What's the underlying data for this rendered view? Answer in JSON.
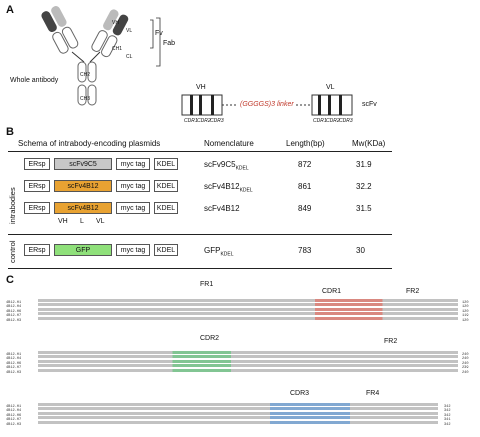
{
  "panelA": {
    "label": "A",
    "whole_antibody": "Whole antibody",
    "fv": "Fv",
    "fab": "Fab",
    "vh": "VH",
    "vl": "VL",
    "ch1": "CH1",
    "ch2": "CH2",
    "ch3": "CH3",
    "cl": "CL",
    "vh_label": "VH",
    "vl_label": "VL",
    "linker": "(GGGGS)3 linker",
    "scfv": "scFv",
    "cdr_labels": [
      "CDR1",
      "CDR2",
      "CDR3"
    ]
  },
  "panelB": {
    "label": "B",
    "title": "Schema of intrabody-encoding plasmids",
    "headers": [
      "Nomenclature",
      "Length(bp)",
      "Mw(KDa)"
    ],
    "group_intrabodies": "intrabodies",
    "group_control": "control",
    "rows": [
      {
        "ersp": "ERsp",
        "insert": "scFv9C5",
        "tag": "myc tag",
        "kdel": "KDEL",
        "name": "scFv9C5",
        "sub": "KDEL",
        "length": "872",
        "mw": "31.9",
        "color": "#c8c8c8"
      },
      {
        "ersp": "ERsp",
        "insert": "scFv4B12",
        "tag": "myc tag",
        "kdel": "KDEL",
        "name": "scFv4B12",
        "sub": "KDEL",
        "length": "861",
        "mw": "32.2",
        "color": "#e8a232"
      },
      {
        "ersp": "ERsp",
        "insert": "scFv4B12",
        "tag": "myc tag",
        "kdel": "KDEL",
        "name": "scFv4B12",
        "sub": "",
        "length": "849",
        "mw": "31.5",
        "color": "#e8a232"
      },
      {
        "ersp": "ERsp",
        "insert": "GFP",
        "tag": "myc tag",
        "kdel": "KDEL",
        "name": "GFP",
        "sub": "KDEL",
        "length": "783",
        "mw": "30",
        "color": "#8fe07a"
      }
    ],
    "vh_l_vl": [
      "VH",
      "L",
      "VL"
    ]
  },
  "panelC": {
    "label": "C",
    "blocks": [
      {
        "regions": [
          "FR1",
          "CDR1",
          "FR2"
        ],
        "ids": [
          "4B12-H1",
          "4B12-H4",
          "4B12-H6",
          "4B12-H7",
          "4B12-H3"
        ],
        "ends": [
          "120",
          "120",
          "120",
          "119",
          "120"
        ]
      },
      {
        "regions": [
          "CDR2",
          "FR2"
        ],
        "ids": [
          "4B12-H1",
          "4B12-H4",
          "4B12-H6",
          "4B12-H7",
          "4B12-H3"
        ],
        "ends": [
          "240",
          "240",
          "240",
          "239",
          "240"
        ]
      },
      {
        "regions": [
          "CDR3",
          "FR4"
        ],
        "ids": [
          "4B12-H1",
          "4B12-H4",
          "4B12-H6",
          "4B12-H7",
          "4B12-H3"
        ],
        "ends": [
          "342",
          "342",
          "342",
          "341",
          "342"
        ]
      }
    ]
  }
}
